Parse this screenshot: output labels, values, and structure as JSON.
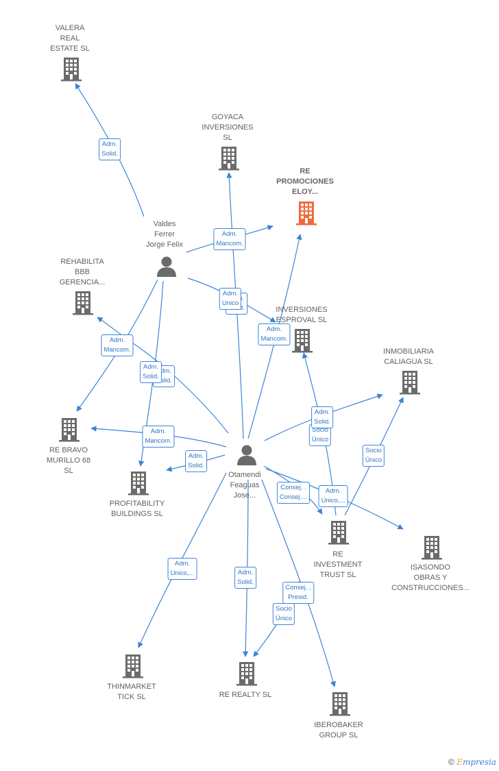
{
  "colors": {
    "edge": "#3b84d6",
    "building": "#6b6b6b",
    "highlight": "#f06a3c",
    "person": "#6b6b6b"
  },
  "nodes": {
    "valera": "VALERA\nREAL\nESTATE  SL",
    "goyaca": "GOYACA\nINVERSIONES\nSL",
    "re_promociones": "RE\nPROMOCIONES\nELOY...",
    "valdes": "Valdes\nFerrer\nJorge Felix",
    "rehabilita": "REHABILITA\nBBB\nGERENCIA...",
    "inversiones_esproval": "INVERSIONES\nESPROVAL  SL",
    "inmobiliaria_caliagua": "INMOBILIARIA\nCALIAGUA  SL",
    "re_bravo": "RE BRAVO\nMURILLO 68\nSL",
    "profitability": "PROFITABILITY\nBUILDINGS  SL",
    "otamendi": "Otamendi\nFeaguas\nJose...",
    "re_investment": "RE\nINVESTMENT\nTRUST  SL",
    "isasondo": "ISASONDO\nOBRAS Y\nCONSTRUCCIONES...",
    "thinmarket": "THINMARKET\nTICK SL",
    "re_realty": "RE REALTY  SL",
    "iberobaker": "IBEROBAKER\nGROUP  SL"
  },
  "edge_labels": {
    "valdes_valera": "Adm.\nSolid.",
    "valdes_goyaca": "Adm.\nMancom.",
    "valdes_esproval": "Adm.\nUnico",
    "valdes_rehabilita": "Adm.\nMancom.",
    "valdes_profitability": "Adm.\nSolid.",
    "valdes_profitability_2": "Adm.\nSolid.",
    "otamendi_esproval": "Adm.\nMancom.",
    "otamendi_rebravo": "Adm.\nMancom.",
    "otamendi_profitability": "Adm.\nSolid.",
    "otamendi_caliagua": "Adm.\nSolid.",
    "reinvestment_esproval": "Socio\nÚnico",
    "reinvestment_caliagua": "Socio\nÚnico",
    "otamendi_reinvestment": "Consej. .\nConsej....",
    "otamendi_isasondo": "Adm.\nUnico,...",
    "otamendi_thinmarket": "Adm.\nUnico,...",
    "otamendi_rerealty": "Adm.\nSolid.",
    "otamendi_iberobaker": "Consej. ,\nPresid.",
    "iberobaker_rerealty": "Socio\nÚnico",
    "hidden_1": "Adm.\nSolid."
  },
  "footer": {
    "symbol": "©",
    "brand_first": "E",
    "brand_rest": "mpresia"
  }
}
